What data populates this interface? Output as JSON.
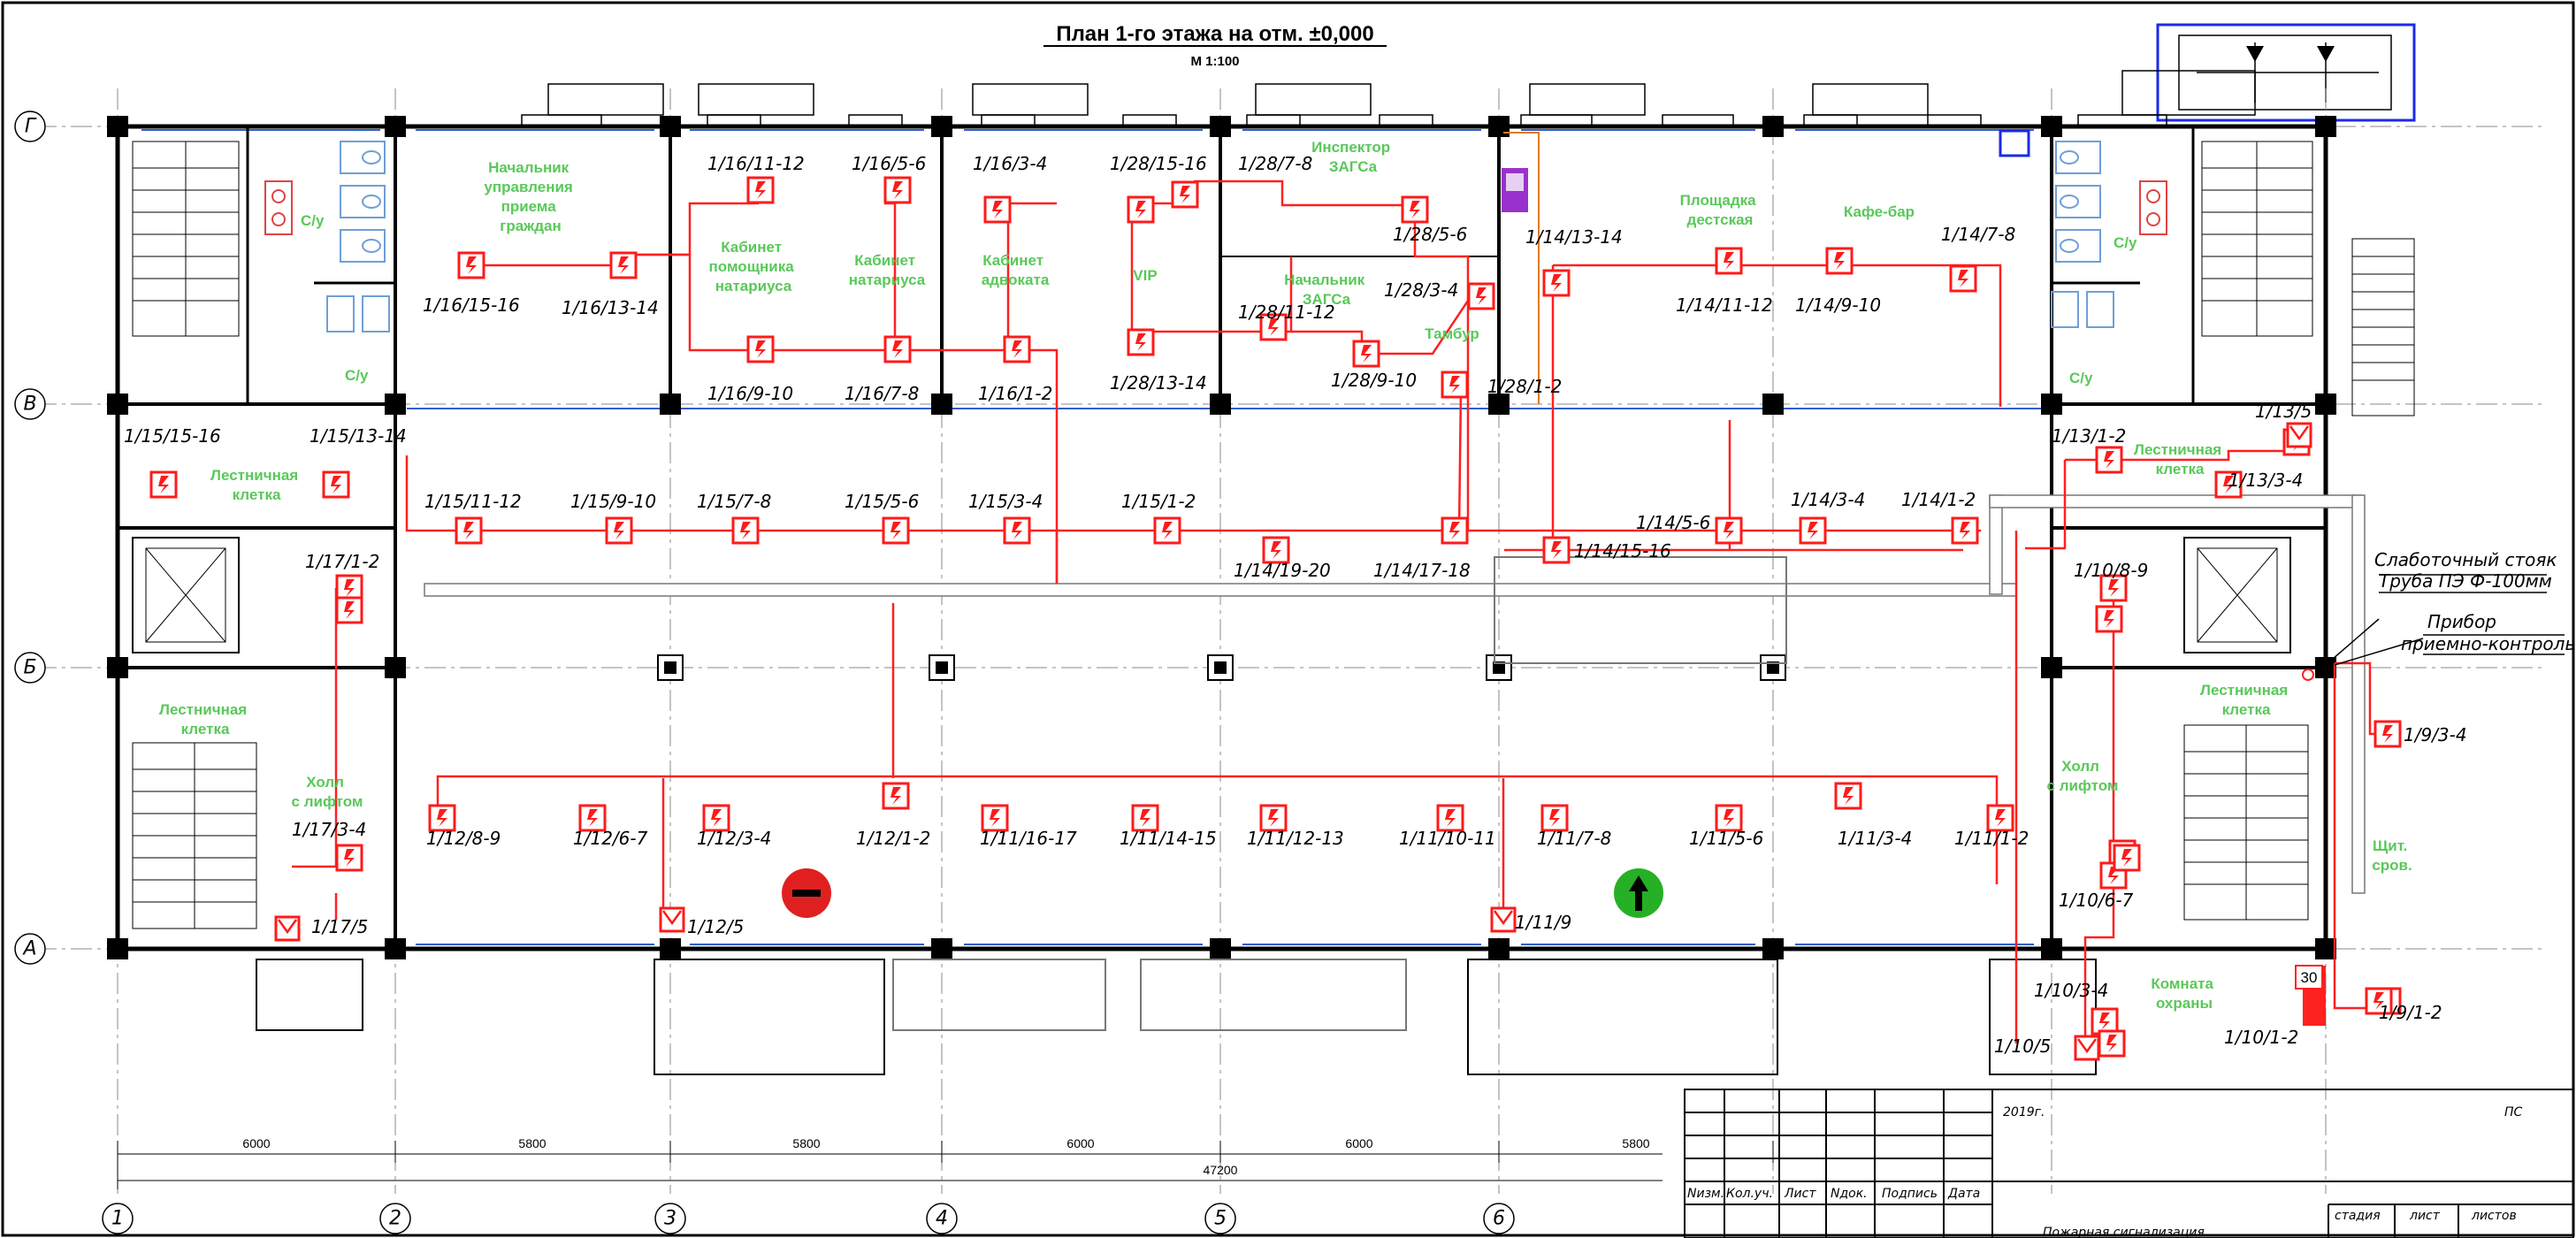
{
  "title": {
    "main": "План 1-го этажа на отм. ±0,000",
    "scale": "М 1:100"
  },
  "axes": {
    "rows": [
      "Г",
      "В",
      "Б",
      "А"
    ],
    "cols": [
      "1",
      "2",
      "3",
      "4",
      "5",
      "6"
    ]
  },
  "dimensions": {
    "segments": [
      "6000",
      "5800",
      "5800",
      "6000",
      "6000",
      "5800"
    ],
    "total": "47200"
  },
  "rooms": {
    "wc_left_top": "С/у",
    "wc_left_bottom": "С/у",
    "chief": "Начальник управления приема граждан",
    "assistant": "Кабинет помощника натариуса",
    "notary": "Кабинет натариуса",
    "lawyer": "Кабинет адвоката",
    "vip": "VIP",
    "inspector": "Инспектор ЗАГСа",
    "zags_chief": "Начальник ЗАГСа",
    "vestibule": "Тамбур",
    "kids": "Площадка дестская",
    "cafe": "Кафе-бар",
    "wc_right_top": "С/у",
    "wc_right_bottom": "С/у",
    "stair_left_top": "Лестничная клетка",
    "stair_left_bottom": "Лестничная клетка",
    "stair_right_top": "Лестничная клетка",
    "stair_right_bottom": "Лестничная клетка",
    "hall_left": "Холл с лифтом",
    "hall_right": "Холл с лифтом",
    "guard": "Комната охраны",
    "shield": "Щит. сров."
  },
  "detectors": {
    "d1": "1/16/15-16",
    "d2": "1/16/13-14",
    "d3": "1/16/11-12",
    "d4": "1/16/9-10",
    "d5": "1/16/5-6",
    "d6": "1/16/7-8",
    "d7": "1/16/3-4",
    "d8": "1/16/1-2",
    "d9": "1/28/15-16",
    "d10": "1/28/13-14",
    "d11": "1/28/7-8",
    "d12": "1/28/11-12",
    "d13": "1/28/5-6",
    "d14": "1/28/3-4",
    "d15": "1/28/9-10",
    "d16": "1/28/1-2",
    "d17": "1/14/13-14",
    "d18": "1/14/11-12",
    "d19": "1/14/9-10",
    "d20": "1/14/7-8",
    "d21": "1/15/15-16",
    "d22": "1/15/13-14",
    "d23": "1/15/11-12",
    "d24": "1/15/9-10",
    "d25": "1/15/7-8",
    "d26": "1/15/5-6",
    "d27": "1/15/3-4",
    "d28": "1/15/1-2",
    "d29": "1/14/19-20",
    "d30": "1/14/17-18",
    "d31": "1/14/15-16",
    "d32": "1/14/5-6",
    "d33": "1/14/3-4",
    "d34": "1/14/1-2",
    "d35": "1/13/1-2",
    "d36": "1/13/5",
    "d37": "1/13/3-4",
    "d38": "1/17/1-2",
    "d39": "1/17/3-4",
    "d40": "1/17/5",
    "d41": "1/12/8-9",
    "d42": "1/12/6-7",
    "d43": "1/12/3-4",
    "d44": "1/12/1-2",
    "d45": "1/12/5",
    "d46": "1/11/16-17",
    "d47": "1/11/14-15",
    "d48": "1/11/12-13",
    "d49": "1/11/10-11",
    "d50": "1/11/9",
    "d51": "1/11/7-8",
    "d52": "1/11/5-6",
    "d53": "1/11/3-4",
    "d54": "1/11/1-2",
    "d55": "1/10/8-9",
    "d56": "1/10/6-7",
    "d57": "1/10/3-4",
    "d58": "1/10/5",
    "d59": "1/10/1-2",
    "d60": "1/9/3-4",
    "d61": "1/9/1-2"
  },
  "notes": {
    "riser_1": "Слаботочный стояк",
    "riser_2": "Труба ПЭ Ф-100мм",
    "device_1": "Прибор",
    "device_2": "приемно-контрольный",
    "panel_number": "30"
  },
  "title_block": {
    "year": "2019г.",
    "code": "ПС",
    "col1": "Nизм.",
    "col2": "Кол.уч.",
    "col3": "Лист",
    "col4": "Nдок.",
    "col5": "Подпись",
    "col6": "Дата",
    "stage": "стадия",
    "sheet": "лист",
    "sheets": "листов",
    "project": "Пожарная сигнализация"
  },
  "colors": {
    "wall": "#000000",
    "detector": "#ff0000",
    "room_label": "#5ac85a",
    "window": "#3060c8",
    "fixture": "#6f9fd8",
    "device": "#9932cc",
    "stair_frame": "#1a2be8"
  }
}
